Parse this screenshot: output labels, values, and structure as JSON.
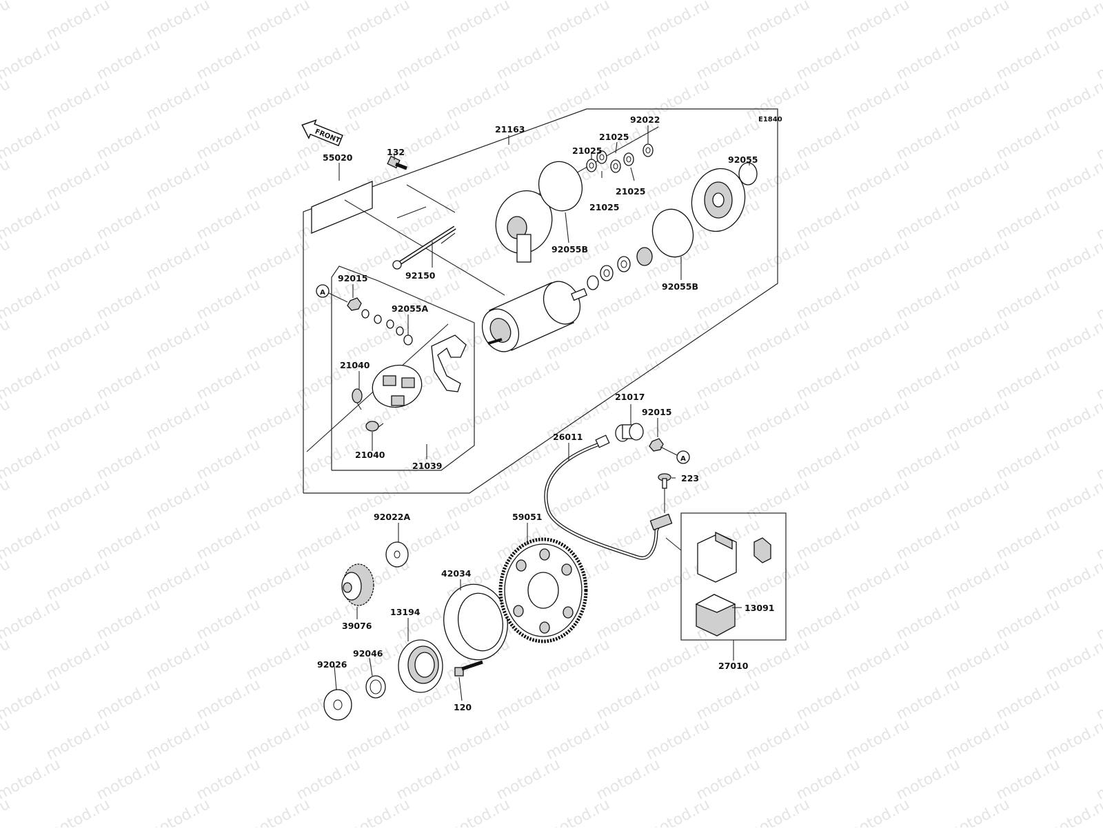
{
  "diagram": {
    "code": "E1840",
    "front_label": "FRONT",
    "watermark_text": "motod.ru",
    "ref_marker": "A",
    "labels": {
      "p21163": "21163",
      "p92022": "92022",
      "p21025a": "21025",
      "p21025b": "21025",
      "p21025c": "21025",
      "p21025d": "21025",
      "p92055": "92055",
      "p55020": "55020",
      "p132": "132",
      "p92055B_top": "92055B",
      "p92055B_right": "92055B",
      "p92150": "92150",
      "p92015_left": "92015",
      "p92055A": "92055A",
      "p21040_top": "21040",
      "p21040_bottom": "21040",
      "p21039": "21039",
      "p21017": "21017",
      "p92015_right": "92015",
      "p26011": "26011",
      "p223": "223",
      "p92022A": "92022A",
      "p59051": "59051",
      "p42034": "42034",
      "p13091": "13091",
      "p27010": "27010",
      "p39076": "39076",
      "p13194": "13194",
      "p92046": "92046",
      "p92026": "92026",
      "p120": "120"
    }
  }
}
